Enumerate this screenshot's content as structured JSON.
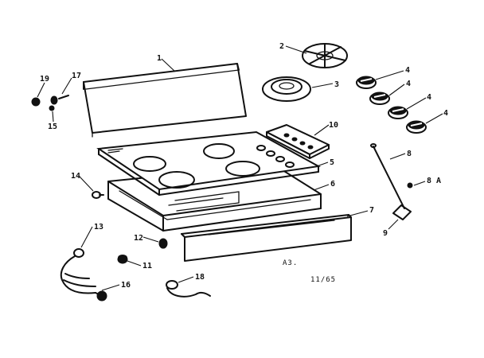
{
  "callouts": {
    "c1": "1",
    "c2": "2",
    "c3": "3",
    "c4a": "4",
    "c4b": "4",
    "c4c": "4",
    "c4d": "4",
    "c5": "5",
    "c6": "6",
    "c7": "7",
    "c8": "8",
    "c8a": "8 A",
    "c9": "9",
    "c10": "10",
    "c11": "11",
    "c12": "12",
    "c13": "13",
    "c14": "14",
    "c15": "15",
    "c16": "16",
    "c17": "17",
    "c18": "18",
    "c19": "19"
  },
  "diagram_code": "A3.",
  "date_code": "11/65"
}
